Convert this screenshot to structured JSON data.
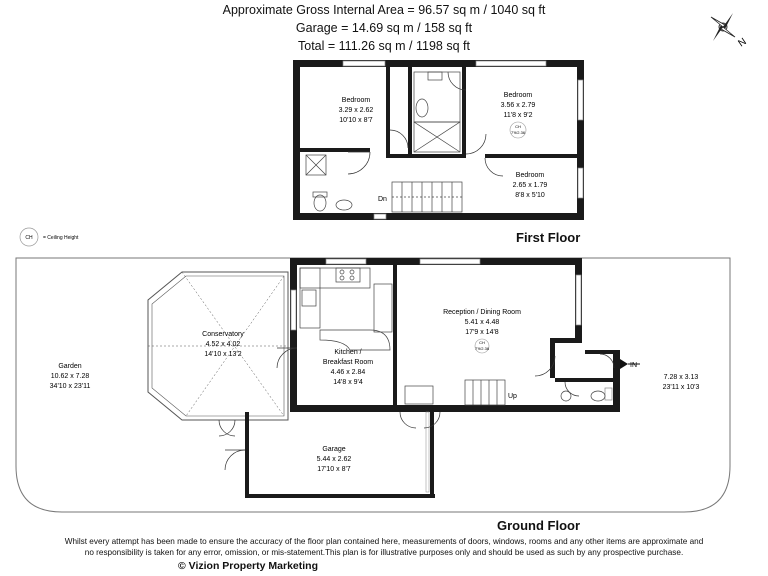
{
  "header": {
    "gross_area": "Approximate Gross Internal Area = 96.57 sq m / 1040 sq ft",
    "garage_area": "Garage = 14.69 sq m / 158 sq ft",
    "total_area": "Total = 111.26 sq m / 1198 sq ft"
  },
  "first_floor": {
    "title": "First Floor",
    "bedroom1": {
      "name": "Bedroom",
      "metric": "3.29 x 2.62",
      "imperial": "10'10 x 8'7"
    },
    "bedroom2": {
      "name": "Bedroom",
      "metric": "3.56 x 2.79",
      "imperial": "11'8 x 9'2",
      "ch_label": "CH",
      "ch_value": "7'9/2.36"
    },
    "bedroom3": {
      "name": "Bedroom",
      "metric": "2.65 x 1.79",
      "imperial": "8'8 x 5'10"
    },
    "stairs_label": "Dn"
  },
  "legend": {
    "symbol": "CH",
    "text": "= Ceiling Height"
  },
  "ground_floor": {
    "title": "Ground Floor",
    "garden_left": {
      "name": "Garden",
      "metric": "10.62 x 7.28",
      "imperial": "34'10 x 23'11"
    },
    "conservatory": {
      "name": "Conservatory",
      "metric": "4.52 x 4.02",
      "imperial": "14'10 x 13'2"
    },
    "kitchen": {
      "name1": "Kitchen /",
      "name2": "Breakfast Room",
      "metric": "4.46 x 2.84",
      "imperial": "14'8 x 9'4"
    },
    "reception": {
      "name": "Reception / Dining Room",
      "metric": "5.41 x 4.48",
      "imperial": "17'9 x 14'8",
      "ch_label": "CH",
      "ch_value": "7'9/2.36"
    },
    "garage": {
      "name": "Garage",
      "metric": "5.44 x 2.62",
      "imperial": "17'10 x 8'7"
    },
    "garden_right": {
      "metric": "7.28 x 3.13",
      "imperial": "23'11 x 10'3"
    },
    "stairs_label": "Up",
    "entrance_label": "IN"
  },
  "compass": {
    "label": "N"
  },
  "footer": {
    "disclaimer_line1": "Whilst every attempt has been made to ensure the accuracy of the floor plan contained here, measurements of doors, windows, rooms and any other items are approximate and",
    "disclaimer_line2": "no responsibility is taken for any error, omission, or mis-statement.This plan is for illustrative purposes only and should be used as such by any prospective purchase.",
    "copyright": "© Vizion Property Marketing"
  }
}
